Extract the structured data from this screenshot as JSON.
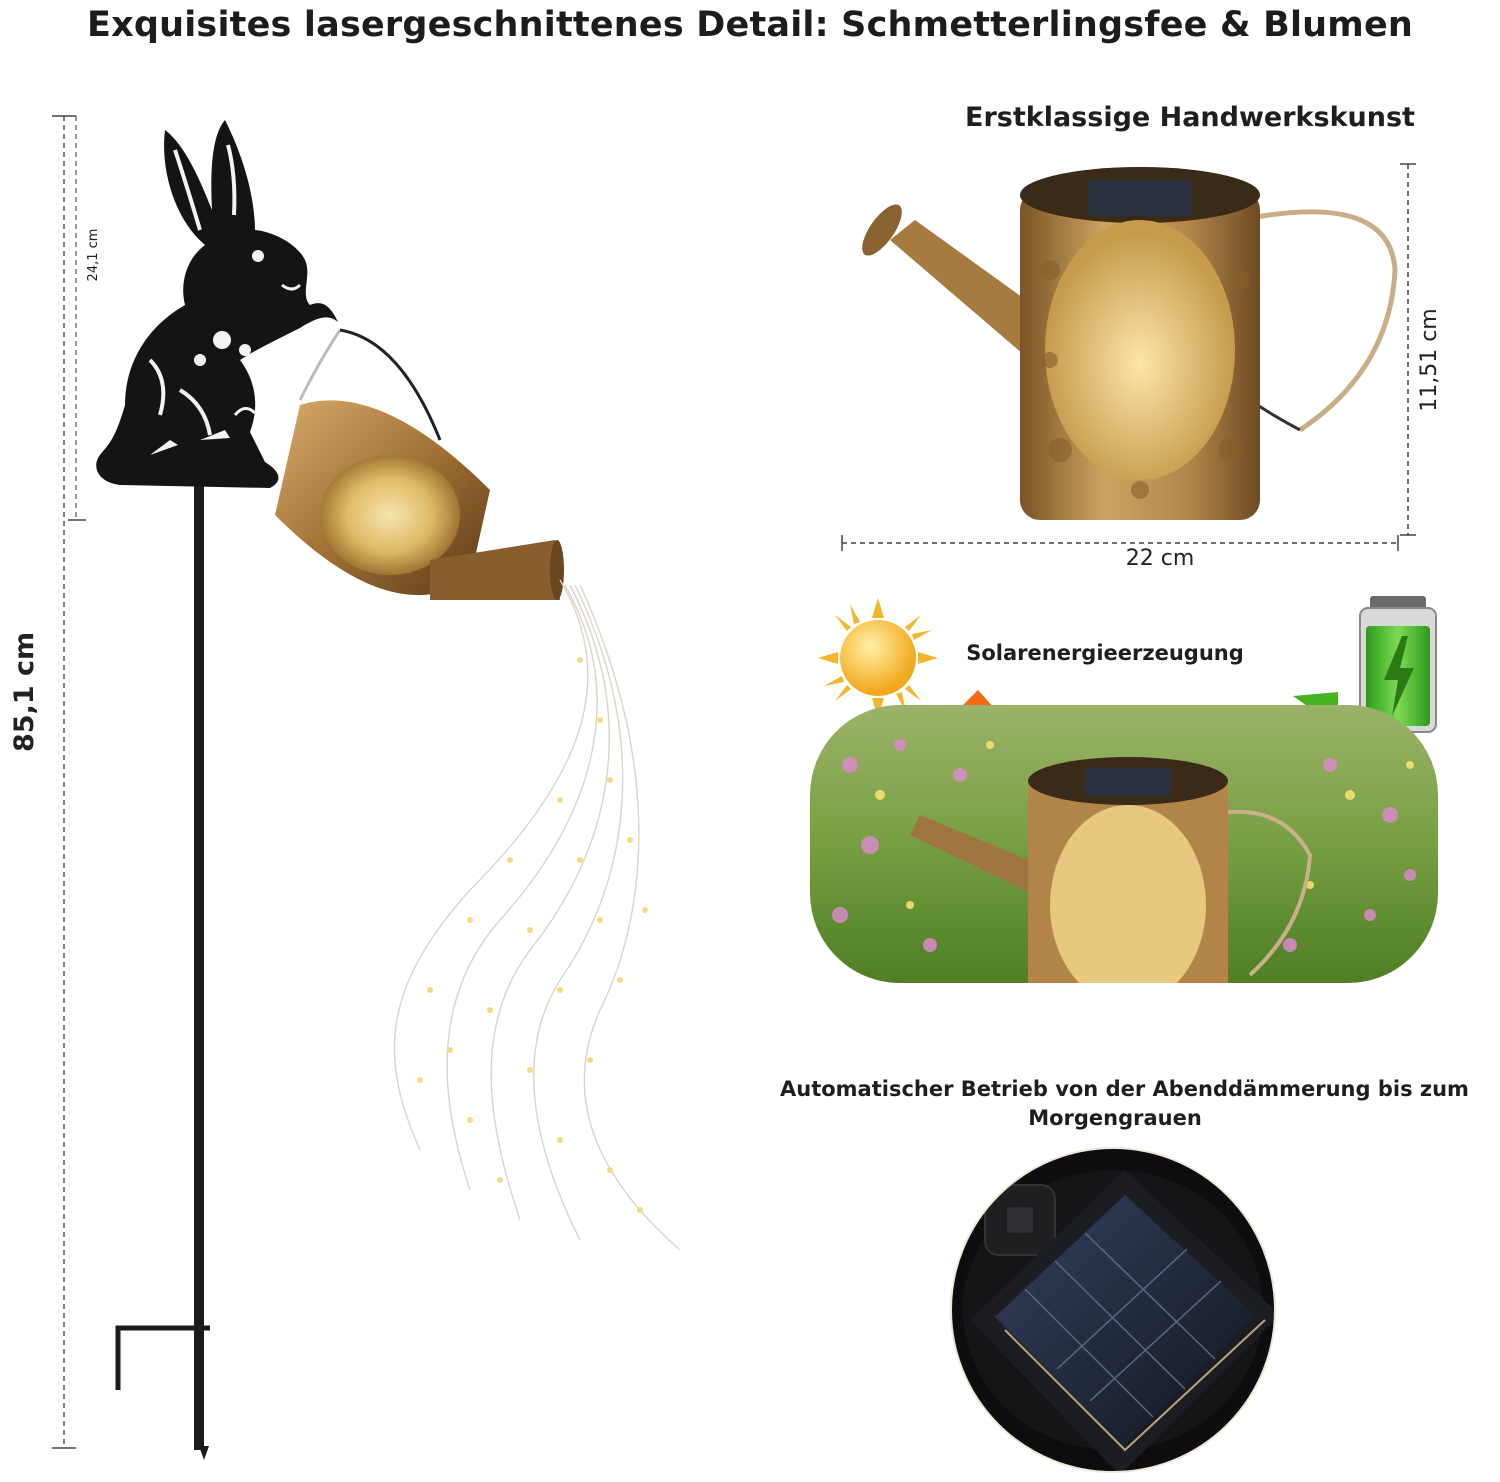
{
  "title": "Exquisites lasergeschnittenes Detail: Schmetterlingsfee & Blumen",
  "left_panel": {
    "height_total": "85,1 cm",
    "height_top": "24,1 cm",
    "image": "rabbit-stake-watering-can-string-lights"
  },
  "right_top": {
    "heading": "Erstklassige Handwerkskunst",
    "width_label": "22 cm",
    "height_label": "11,51 cm",
    "image": "watering-can-lantern"
  },
  "right_middle": {
    "label": "Solarenergieerzeugung",
    "icons": [
      "sun-icon",
      "battery-charging-icon",
      "arrow-down-icon",
      "arrow-up-icon"
    ],
    "image": "lantern-in-flower-meadow"
  },
  "right_bottom": {
    "caption_line1": "Automatischer Betrieb von der Abenddämmerung bis zum",
    "caption_line2": "Morgengrauen",
    "image": "solar-panel-with-switch"
  },
  "colors": {
    "bronze": "#b8894a",
    "dark_bronze": "#6e4a22",
    "rabbit": "#141414",
    "arrow_orange": "#f26a14",
    "arrow_green": "#47b320",
    "battery_green": "#57c53a"
  }
}
